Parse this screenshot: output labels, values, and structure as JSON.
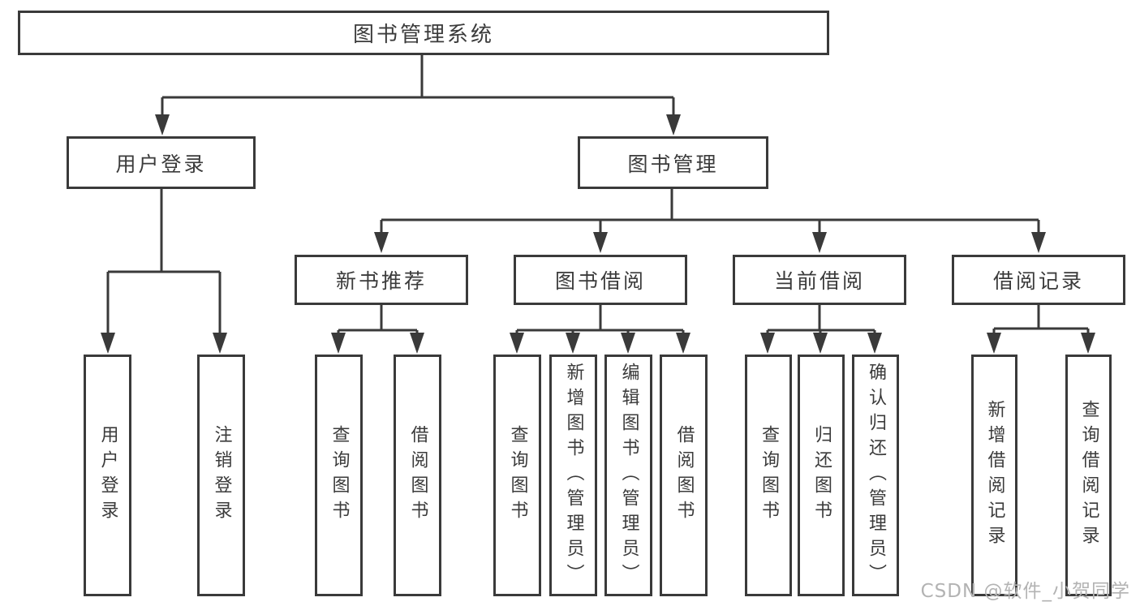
{
  "nodes": {
    "root": {
      "label": "图书管理系统"
    },
    "level2": [
      {
        "label": "用户登录"
      },
      {
        "label": "图书管理"
      }
    ],
    "level3": [
      {
        "label": "新书推荐"
      },
      {
        "label": "图书借阅"
      },
      {
        "label": "当前借阅"
      },
      {
        "label": "借阅记录"
      }
    ],
    "level4": {
      "user_login": [
        {
          "label": "用户登录"
        },
        {
          "label": "注销登录"
        }
      ],
      "new_book": [
        {
          "label": "查询图书"
        },
        {
          "label": "借阅图书"
        }
      ],
      "book_borrow": [
        {
          "label": "查询图书"
        },
        {
          "label": "新增图书（管理员）"
        },
        {
          "label": "编辑图书（管理员）"
        },
        {
          "label": "借阅图书"
        }
      ],
      "current_borrow": [
        {
          "label": "查询图书"
        },
        {
          "label": "归还图书"
        },
        {
          "label": "确认归还（管理员）"
        }
      ],
      "borrow_record": [
        {
          "label": "新增借阅记录"
        },
        {
          "label": "查询借阅记录"
        }
      ]
    }
  },
  "watermark": "CSDN @软件_小贺同学",
  "colors": {
    "line": "#3a3a3a",
    "text": "#3b3b3b",
    "watermark": "#b3b3b3",
    "background": "#ffffff"
  }
}
